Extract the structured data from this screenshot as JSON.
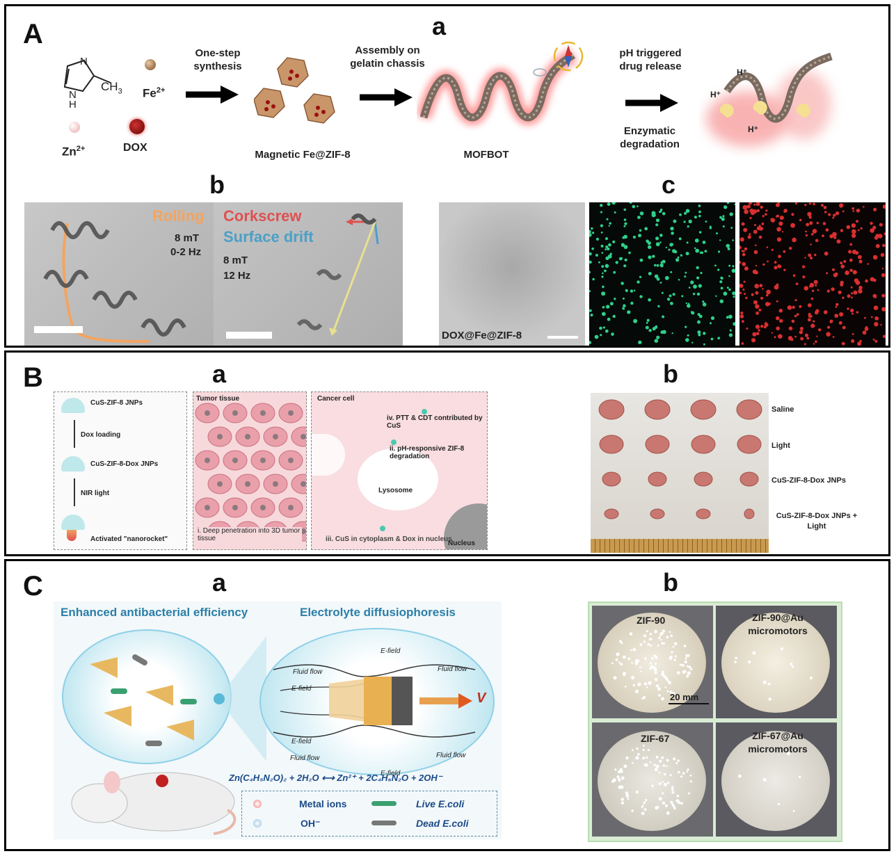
{
  "panel_A": {
    "label": "A",
    "sub_a": "a",
    "sub_b": "b",
    "sub_c": "c",
    "ch3": "CH",
    "ch3_sub": "3",
    "nh_n": "N",
    "nh_h": "N",
    "nh_hh": "H",
    "fe": "Fe",
    "fe_sup": "2+",
    "zn": "Zn",
    "zn_sup": "2+",
    "dox": "DOX",
    "step1": "One-step synthesis",
    "step2": "Assembly on gelatin chassis",
    "step3_top": "pH triggered drug release",
    "step3_bottom": "Enzymatic degradation",
    "magnetic": "Magnetic Fe@ZIF-8",
    "mofbot": "MOFBOT",
    "h_plus": "H⁺",
    "rolling": "Rolling",
    "rolling_field": "8 mT",
    "rolling_freq": "0-2 Hz",
    "corkscrew": "Corkscrew",
    "surface_drift": "Surface drift",
    "drift_field": "8 mT",
    "drift_freq": "12 Hz",
    "dox_label": "DOX@Fe@ZIF-8"
  },
  "panel_B": {
    "label": "B",
    "sub_a": "a",
    "sub_b": "b",
    "jnps": "CuS-ZIF-8 JNPs",
    "dox_loading": "Dox loading",
    "jnps_dox": "CuS-ZIF-8-Dox JNPs",
    "nir": "NIR light",
    "activated": "Activated \"nanorocket\"",
    "tumor_tissue": "Tumor tissue",
    "deep_pen": "i.   Deep penetration into 3D tumor tissue",
    "cancer_cell": "Cancer cell",
    "ptt": "iv. PTT & CDT contributed by CuS",
    "ph_resp": "ii. pH-responsive ZIF-8 degradation",
    "lysosome": "Lysosome",
    "cus_cyto": "iii. CuS in cytoplasm & Dox in nucleus",
    "nucleus": "Nucleus",
    "rows": [
      "Saline",
      "Light",
      "CuS-ZIF-8-Dox  JNPs",
      "CuS-ZIF-8-Dox  JNPs + Light"
    ]
  },
  "panel_C": {
    "label": "C",
    "sub_a": "a",
    "sub_b": "b",
    "enhanced": "Enhanced antibacterial efficiency",
    "electrolyte": "Electrolyte diffusiophoresis",
    "fluid_flow": "Fluid flow",
    "e_field": "E-field",
    "v": "V",
    "equation": "Zn(C₄H₅N₂O)₂ + 2H₂O ⟷ Zn²⁺ + 2C₄H₆N₂O + 2OH⁻",
    "metal_ions": "Metal ions",
    "oh": "OH⁻",
    "live": "Live E.coli",
    "dead": "Dead E.coli",
    "dish_zif90": "ZIF-90",
    "dish_zif90au": "ZIF-90@Au micromotors",
    "dish_zif67": "ZIF-67",
    "dish_zif67au": "ZIF-67@Au micromotors",
    "scale": "20 mm"
  },
  "colors": {
    "rolling": "#f4a460",
    "corkscrew": "#e05050",
    "drift": "#4aa0c8",
    "cyan_title": "#2a7fa8",
    "green_fluor": "#2fd08a",
    "red_fluor": "#d83030"
  }
}
